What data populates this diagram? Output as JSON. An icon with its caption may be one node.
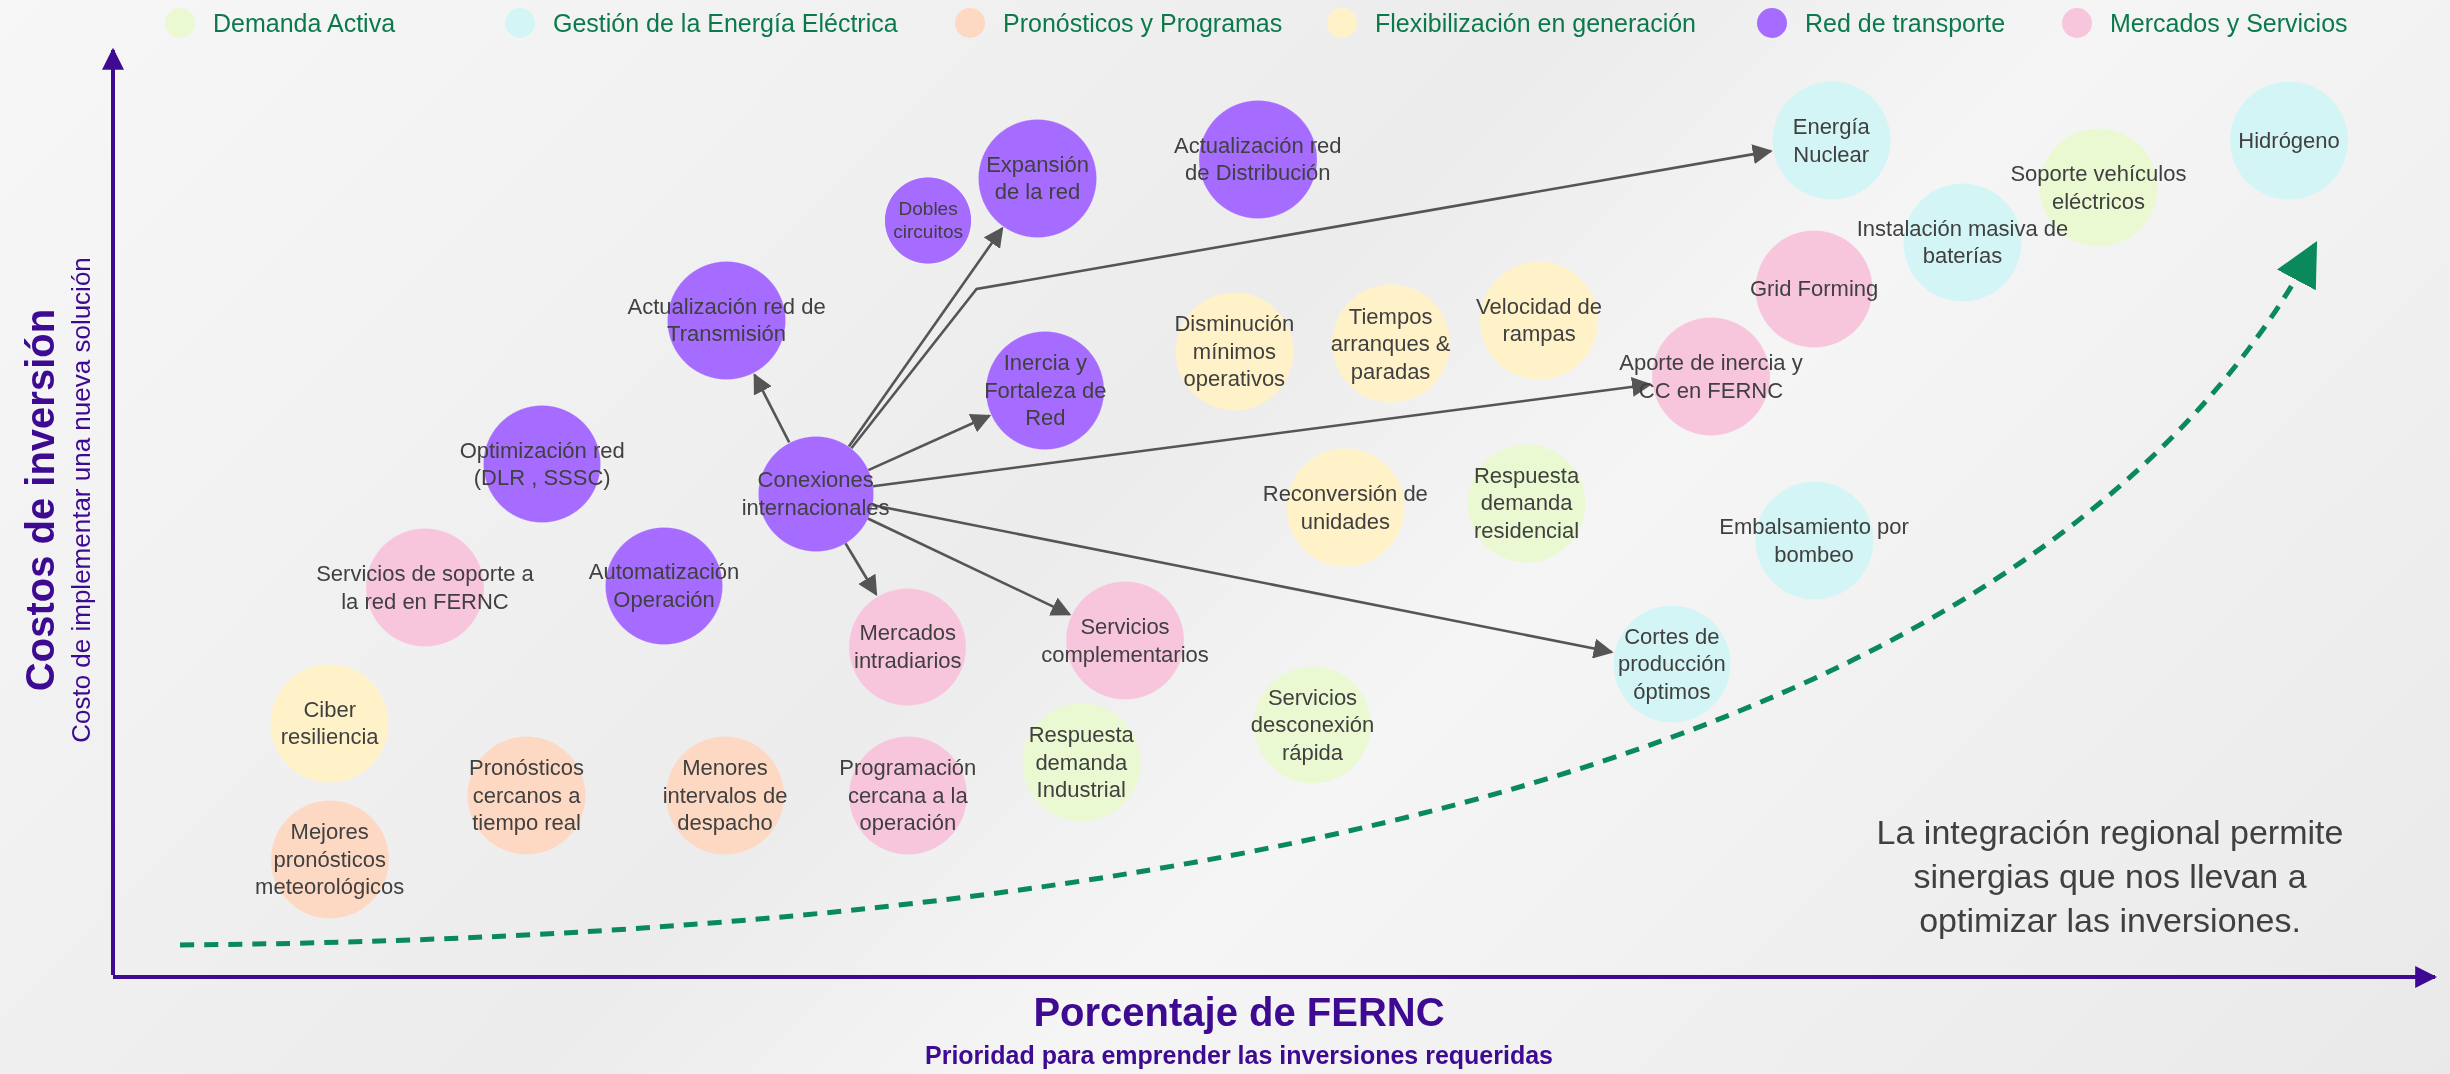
{
  "diagram": {
    "nodes": [
      {
        "text": [
          "Conexiones internacionales"
        ]
      },
      {
        "text": [
          "Actualización red de Transmisión"
        ]
      },
      {
        "text": [
          "Dobles circuitos"
        ]
      },
      {
        "text": [
          "Expansión de la red"
        ]
      },
      {
        "text": [
          "Actualización red de Distribución"
        ]
      },
      {
        "text": [
          "Inercia y Fortaleza de Red"
        ]
      },
      {
        "text": [
          "Optimización red (DLR , SSSC)"
        ]
      },
      {
        "text": [
          "Automatización Operación"
        ]
      },
      {
        "text": [
          "Servicios de soporte a la red en FERNC"
        ]
      },
      {
        "text": [
          "Mercados intradiarios"
        ]
      },
      {
        "text": [
          "Servicios complementarios"
        ]
      },
      {
        "text": [
          "Programación cercana a la operación"
        ]
      },
      {
        "text": [
          "Ciber resiliencia"
        ]
      },
      {
        "text": [
          "Pronósticos cercanos a tiempo real"
        ]
      },
      {
        "text": [
          "Menores intervalos de despacho"
        ]
      },
      {
        "text": [
          "Mejores pronósticos meteorológicos"
        ]
      },
      {
        "text": [
          "Respuesta demanda Industrial"
        ]
      },
      {
        "text": [
          "Servicios desconexión rápida"
        ]
      },
      {
        "text": [
          "Disminución mínimos operativos"
        ]
      },
      {
        "text": [
          "Tiempos arranques & paradas"
        ]
      },
      {
        "text": [
          "Velocidad de rampas"
        ]
      },
      {
        "text": [
          "Reconversión de unidades"
        ]
      },
      {
        "text": [
          "Respuesta demanda residencial"
        ]
      },
      {
        "text": [
          "Energía Nuclear"
        ]
      },
      {
        "text": [
          "Instalación masiva de baterías"
        ]
      },
      {
        "text": [
          "Soporte vehículos eléctricos"
        ]
      },
      {
        "text": [
          "Hidrógeno"
        ]
      },
      {
        "text": [
          "Grid Forming"
        ]
      },
      {
        "text": [
          "Aporte de inercia y CC en FERNC"
        ]
      },
      {
        "text": [
          "Embalsamiento por bombeo"
        ]
      },
      {
        "text": [
          "Cortes de producción óptimos"
        ]
      }
    ],
    "edges": [
      {
        "from": 0,
        "to": 1,
        "arrow": "to"
      },
      {
        "from": 0,
        "to": 3,
        "arrow": "to"
      },
      {
        "from": 0,
        "to": 23,
        "arrow": "to"
      },
      {
        "from": 0,
        "to": 5,
        "arrow": "to"
      },
      {
        "from": 0,
        "to": 28,
        "arrow": "to"
      },
      {
        "from": 0,
        "to": 10,
        "arrow": "to"
      },
      {
        "from": 0,
        "to": 30,
        "arrow": "to"
      },
      {
        "from": 0,
        "to": 9,
        "arrow": "to"
      }
    ],
    "labels": [
      "Costos de inversión",
      "Costo de implementar una nueva solución",
      "La integración regional permite sinergias que nos llevan a optimizar las inversiones.",
      "Porcentaje de FERNC",
      "Prioridad para emprender las inversiones requeridas"
    ],
    "legend": [
      {
        "text": "Demanda Activa",
        "color": "#ebf9d2"
      },
      {
        "text": "Gestión de la Energía Eléctrica",
        "color": "#d4f5f5"
      },
      {
        "text": "Pronósticos y Programas",
        "color": "#fdd9c4"
      },
      {
        "text": "Flexibilización en generación",
        "color": "#fff2c8"
      },
      {
        "text": "Red de transporte",
        "color": "#a66cff"
      },
      {
        "text": "Mercados y Servicios",
        "color": "#f8c6dc"
      }
    ]
  }
}
